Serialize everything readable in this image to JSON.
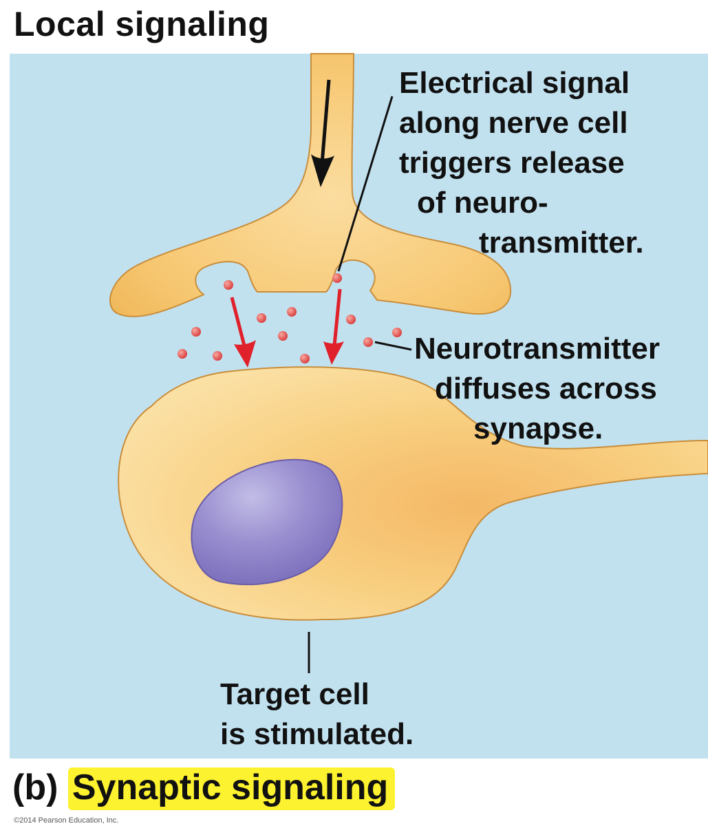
{
  "header": {
    "title": "Local signaling"
  },
  "diagram": {
    "labels": {
      "electrical_signal": [
        "Electrical signal",
        "along nerve cell",
        "triggers release",
        "of neuro-",
        "transmitter."
      ],
      "neurotransmitter": [
        "Neurotransmitter",
        "diffuses across",
        "synapse."
      ],
      "target_cell": [
        "Target cell",
        "is stimulated."
      ]
    },
    "colors": {
      "background": "#c2e1ef",
      "cell": "#f8cd7e",
      "nucleus": "#8f84c6",
      "neurotransmitter": "#e34a4a",
      "arrow_red": "#e0202a",
      "highlight": "#fdf22f"
    }
  },
  "footer": {
    "caption_prefix": "(b)",
    "caption_highlight": "Synaptic signaling",
    "copyright": "©2014 Pearson Education, Inc."
  }
}
